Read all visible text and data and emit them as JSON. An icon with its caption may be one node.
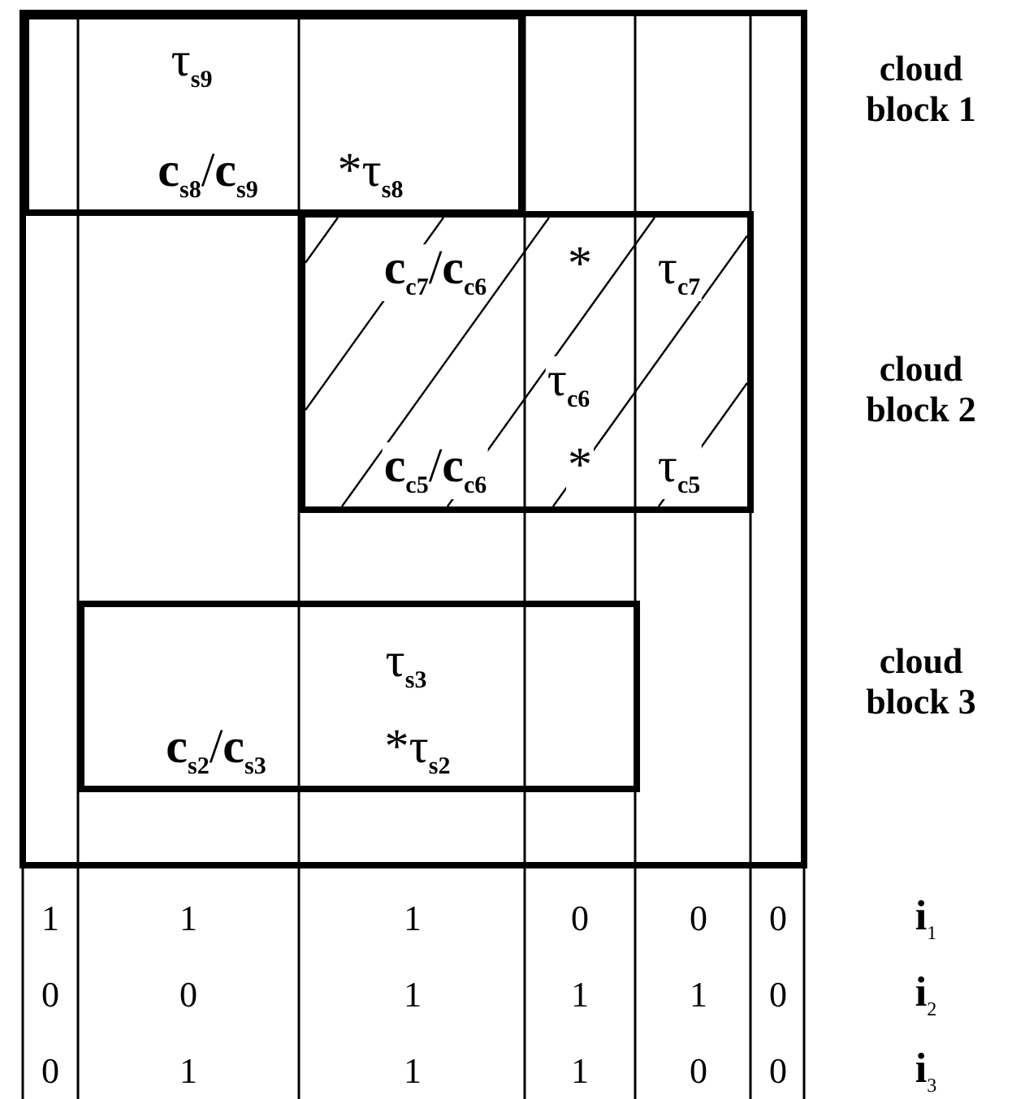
{
  "diagram": {
    "nodes": [
      {
        "text": [
          "τ$_{s9}$",
          "**c**$_{s8}$/**c**$_{s9}$",
          "*τ$_{s8}$"
        ]
      },
      {
        "text": [
          "**c**$_{c7}$/**c**$_{c6}$",
          "*",
          "τ$_{c7}$",
          "τ$_{c6}$",
          "**c**$_{c5}$/**c**$_{c6}$",
          "*",
          "τ$_{c5}$"
        ]
      },
      {
        "text": [
          "τ$_{s3}$",
          "**c**$_{s2}$/**c**$_{s3}$",
          "*τ$_{s2}$"
        ]
      }
    ],
    "labels": [
      "cloud block 1",
      "cloud block 2",
      "cloud block 3",
      "1",
      "1",
      "1",
      "0",
      "0",
      "0",
      "**i**$_{1}$",
      "0",
      "0",
      "1",
      "1",
      "1",
      "0",
      "**i**$_{2}$",
      "0",
      "1",
      "1",
      "1",
      "0",
      "0",
      "**i**$_{3}$"
    ]
  }
}
